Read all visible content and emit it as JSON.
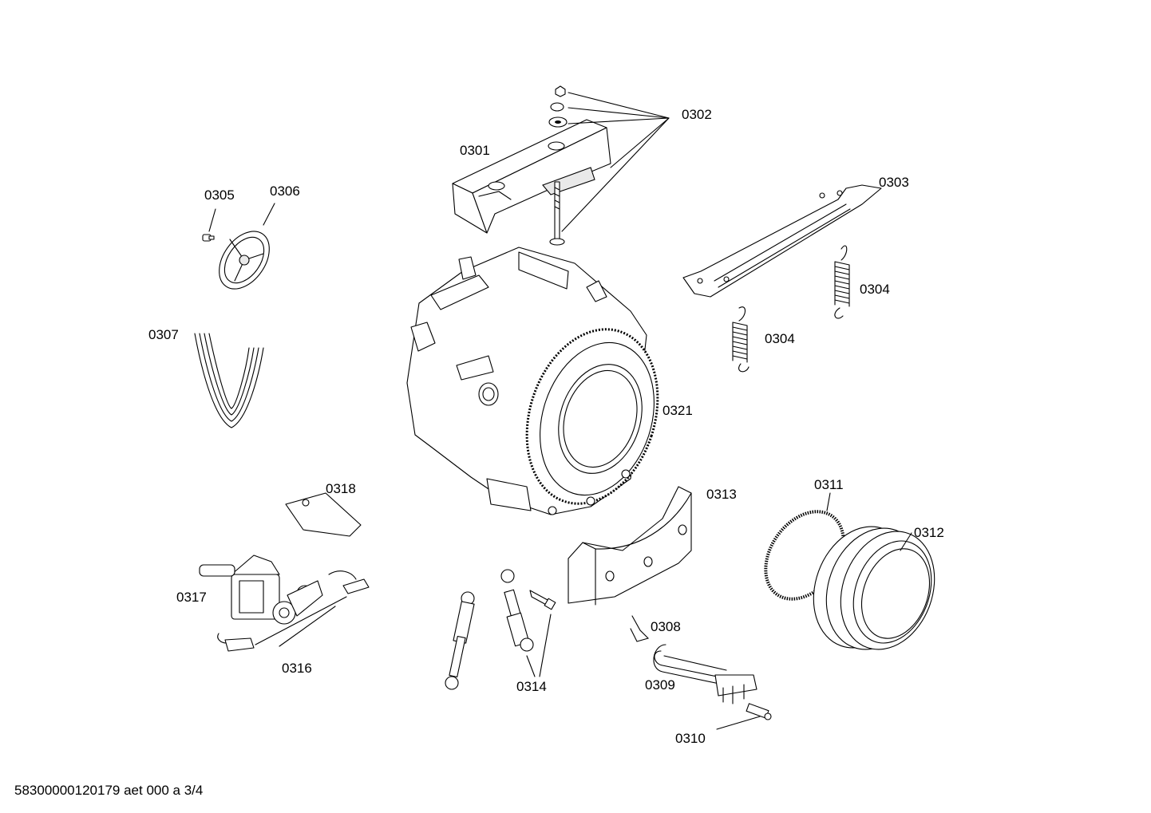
{
  "parts": [
    {
      "id": "p0301",
      "label": "0301"
    },
    {
      "id": "p0302",
      "label": "0302"
    },
    {
      "id": "p0303",
      "label": "0303"
    },
    {
      "id": "p0304a",
      "label": "0304"
    },
    {
      "id": "p0304b",
      "label": "0304"
    },
    {
      "id": "p0305",
      "label": "0305"
    },
    {
      "id": "p0306",
      "label": "0306"
    },
    {
      "id": "p0307",
      "label": "0307"
    },
    {
      "id": "p0308",
      "label": "0308"
    },
    {
      "id": "p0309",
      "label": "0309"
    },
    {
      "id": "p0310",
      "label": "0310"
    },
    {
      "id": "p0311",
      "label": "0311"
    },
    {
      "id": "p0312",
      "label": "0312"
    },
    {
      "id": "p0313",
      "label": "0313"
    },
    {
      "id": "p0314",
      "label": "0314"
    },
    {
      "id": "p0316",
      "label": "0316"
    },
    {
      "id": "p0317",
      "label": "0317"
    },
    {
      "id": "p0318",
      "label": "0318"
    },
    {
      "id": "p0321",
      "label": "0321"
    }
  ],
  "footer": "58300000120179 aet 000 a 3/4"
}
